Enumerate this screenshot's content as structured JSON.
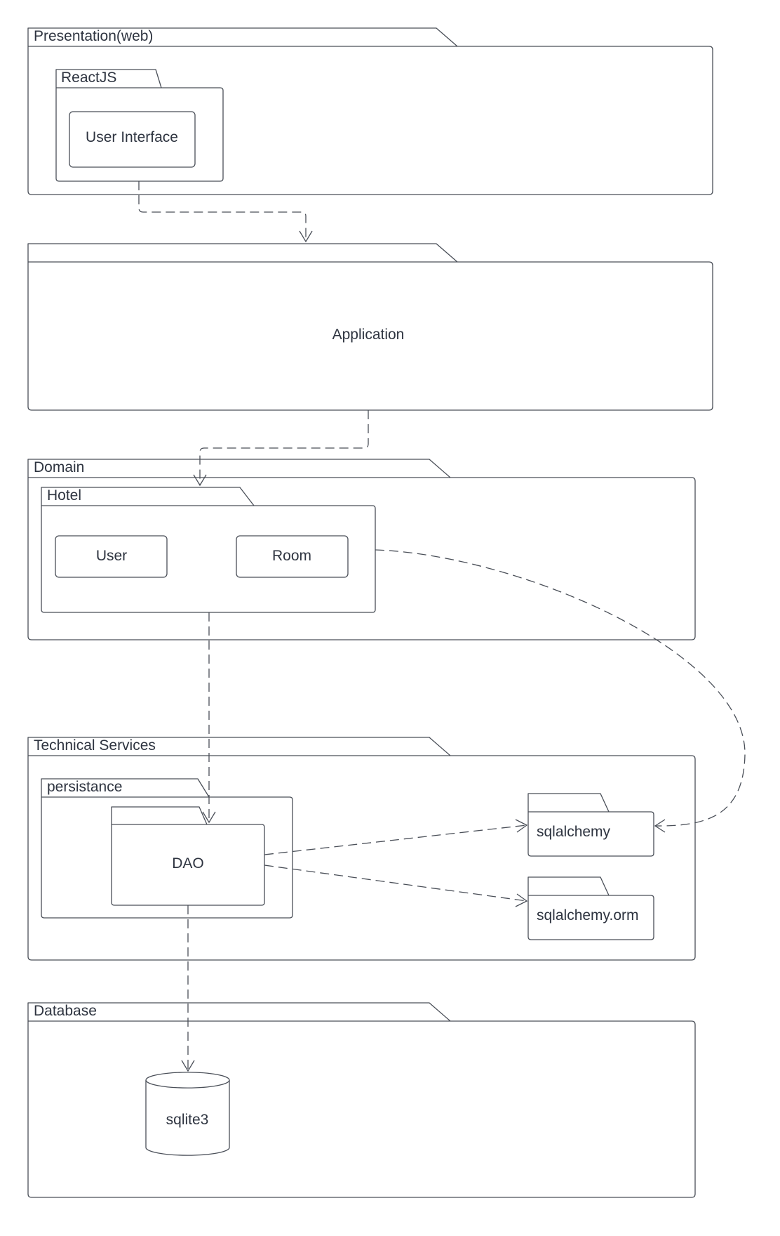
{
  "colors": {
    "stroke": "#4a4f58",
    "text": "#2e3440",
    "background": "#ffffff"
  },
  "packages": {
    "presentation": {
      "name": "Presentation(web)"
    },
    "reactjs": {
      "name": "ReactJS"
    },
    "application": {
      "name": "Application"
    },
    "domain": {
      "name": "Domain"
    },
    "hotel": {
      "name": "Hotel"
    },
    "technical_services": {
      "name": "Technical Services"
    },
    "persistance": {
      "name": "persistance"
    },
    "dao": {
      "name": "DAO"
    },
    "sqlalchemy": {
      "name": "sqlalchemy"
    },
    "sqlalchemy_orm": {
      "name": "sqlalchemy.orm"
    },
    "database": {
      "name": "Database"
    }
  },
  "components": {
    "user_interface": {
      "name": "User Interface"
    },
    "user": {
      "name": "User"
    },
    "room": {
      "name": "Room"
    },
    "sqlite3": {
      "name": "sqlite3"
    }
  },
  "dependencies": [
    {
      "from": "ReactJS",
      "to": "Application"
    },
    {
      "from": "Application",
      "to": "Hotel"
    },
    {
      "from": "Hotel",
      "to": "DAO"
    },
    {
      "from": "Hotel",
      "to": "sqlalchemy"
    },
    {
      "from": "DAO",
      "to": "sqlalchemy"
    },
    {
      "from": "DAO",
      "to": "sqlalchemy.orm"
    },
    {
      "from": "DAO",
      "to": "sqlite3"
    }
  ]
}
